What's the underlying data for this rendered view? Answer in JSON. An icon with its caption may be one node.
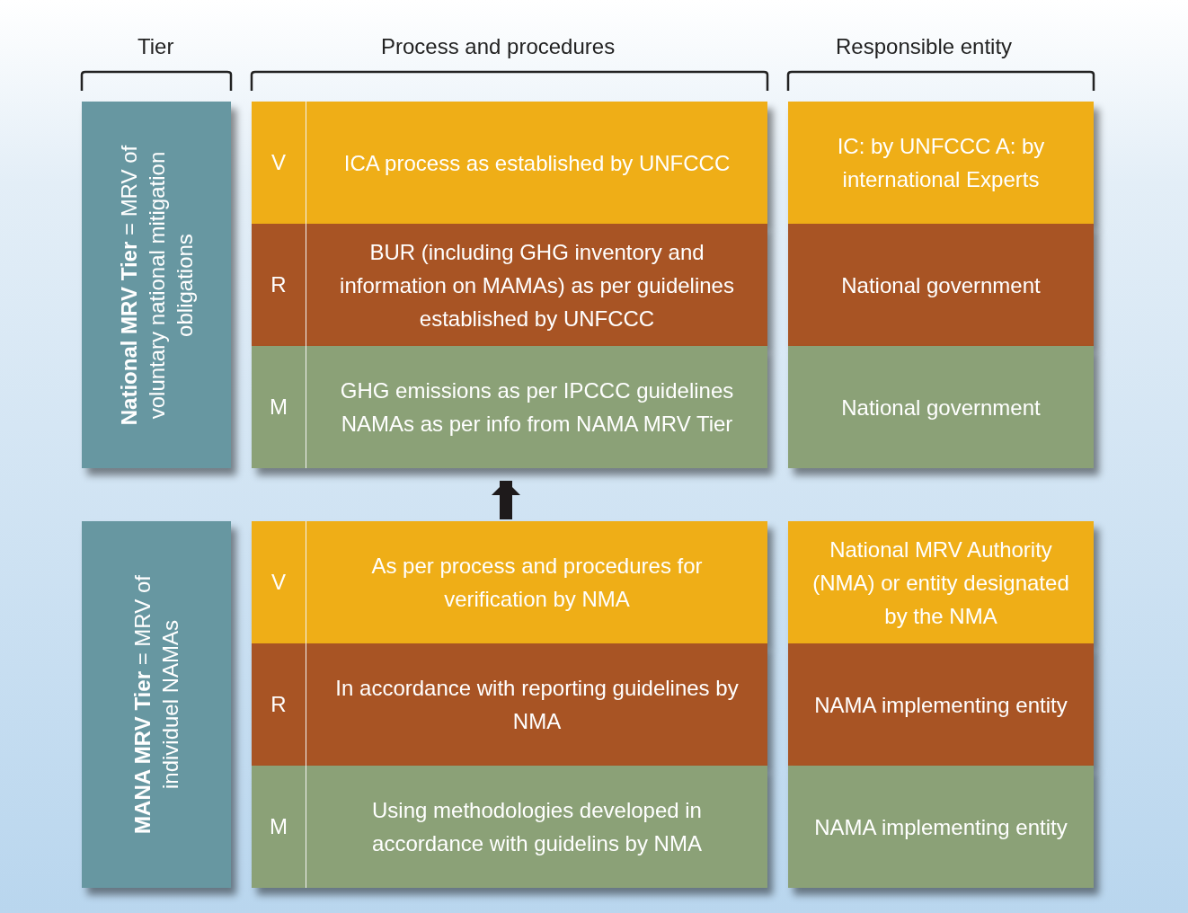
{
  "diagram": {
    "nodes": [
      {
        "text": [
          "**National MRV Tier** = MRV of voluntary national mitigation obligations"
        ]
      },
      {
        "text": [
          "V",
          "ICA process as established by UNFCCC"
        ]
      },
      {
        "text": [
          "IC: by UNFCCC A: by international Experts"
        ]
      },
      {
        "text": [
          "R",
          "BUR (including GHG inventory and information on MAMAs) as per guidelines established by UNFCCC"
        ]
      },
      {
        "text": [
          "National government"
        ]
      },
      {
        "text": [
          "M",
          "GHG emissions as per IPCCC guidelines NAMAs as per info from NAMA MRV Tier"
        ]
      },
      {
        "text": [
          "National government"
        ]
      },
      {
        "text": [
          "**MANA MRV Tier** = MRV of individuel NAMAs"
        ]
      },
      {
        "text": [
          "V",
          "As per process and procedures for verification by NMA"
        ]
      },
      {
        "text": [
          "National MRV Authority (NMA) or entity designated by the NMA"
        ]
      },
      {
        "text": [
          "R",
          "In accordance with reporting guidelines by NMA"
        ]
      },
      {
        "text": [
          "NAMA implementing entity"
        ]
      },
      {
        "text": [
          "M",
          "Using methodologies developed in accordance with guidelins by NMA"
        ]
      },
      {
        "text": [
          "NAMA implementing entity"
        ]
      }
    ],
    "edges": [
      {
        "from": 8,
        "to": 5,
        "arrow": "to"
      }
    ],
    "labels": [
      "Tier",
      "Process and procedures",
      "Responsible entity"
    ]
  }
}
